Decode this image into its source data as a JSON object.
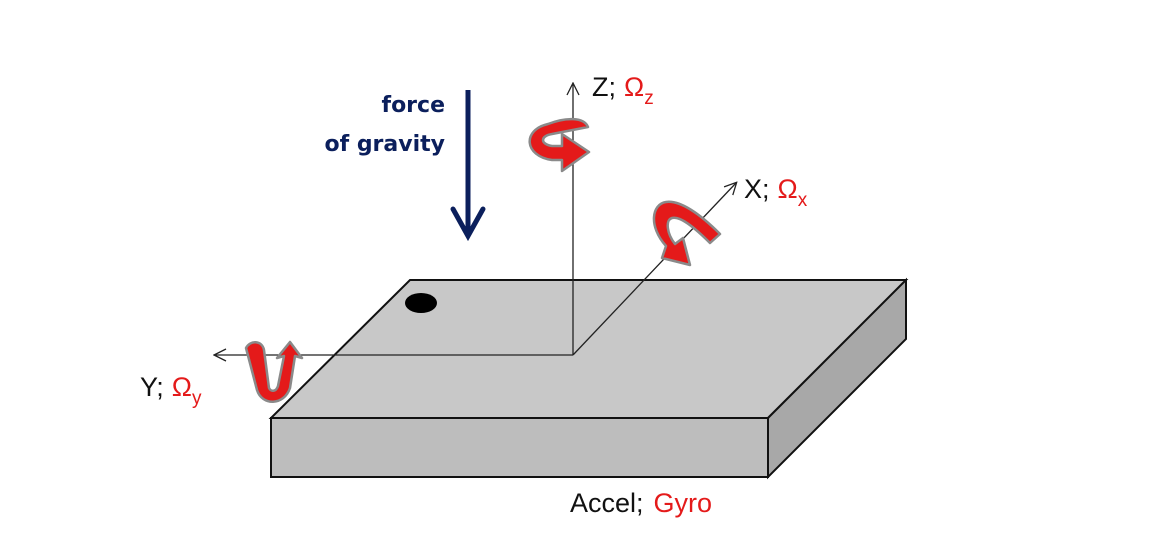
{
  "gravity": {
    "line1": "force",
    "line2": "of gravity",
    "color": "#0b1f5c"
  },
  "axes": {
    "z": {
      "name": "Z",
      "sep": ";",
      "omega": "Ω",
      "sub": "z"
    },
    "x": {
      "name": "X",
      "sep": ";",
      "omega": "Ω",
      "sub": "x"
    },
    "y": {
      "name": "Y",
      "sep": ";",
      "omega": "Ω",
      "sub": "y"
    }
  },
  "caption": {
    "accel": "Accel;",
    "gyro": "Gyro"
  },
  "colors": {
    "rotation": "#e41a1a",
    "rotation_outline": "#8a8a8a",
    "board_top": "#c8c8c8",
    "board_front": "#bdbdbd",
    "board_side": "#a8a8a8",
    "label_red": "#e41a1a",
    "axis": "#222222"
  },
  "icons": {
    "gravity": "down-arrow-icon",
    "rotation": "curved-rotation-arrow-icon",
    "pin1": "pin1-dot-icon"
  }
}
